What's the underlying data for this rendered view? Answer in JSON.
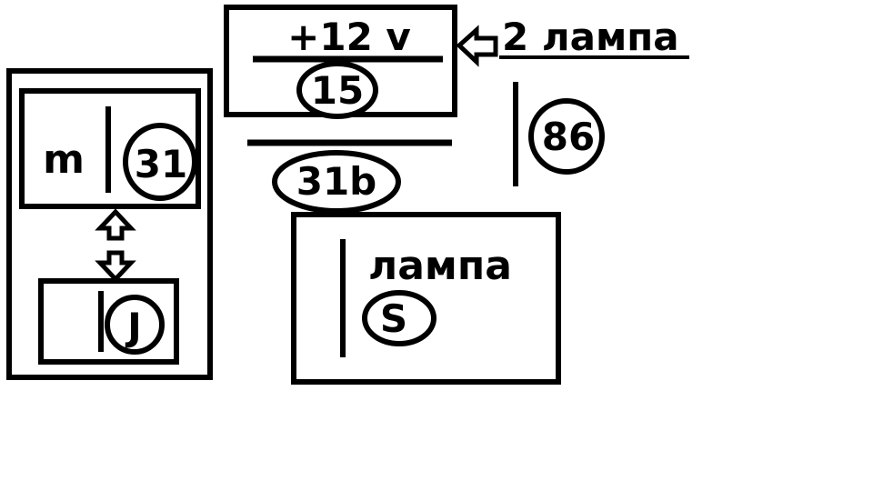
{
  "labels": {
    "top_box_voltage": "+12 v",
    "terminal_15": "15",
    "arrow_label": "2 лампа",
    "terminal_86": "86",
    "left_inner_m": "m",
    "terminal_31": "31",
    "terminal_31b": "31b",
    "bottom_lamp_label": "лампа",
    "terminal_s": "S",
    "terminal_j": "J"
  },
  "colors": {
    "stroke": "#000000",
    "background": "#ffffff"
  }
}
